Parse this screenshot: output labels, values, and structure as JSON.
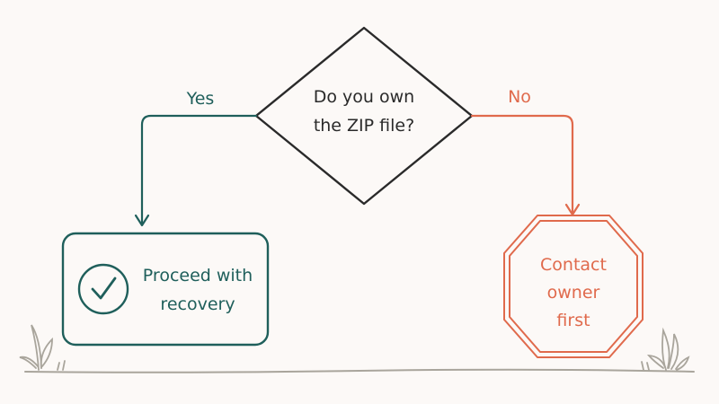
{
  "question": {
    "line1": "Do you own",
    "line2": "the ZIP file?"
  },
  "branches": {
    "yes": {
      "label": "Yes",
      "result_line1": "Proceed with",
      "result_line2": "recovery",
      "color": "#1f5f5b"
    },
    "no": {
      "label": "No",
      "result_line1": "Contact",
      "result_line2": "owner",
      "result_line3": "first",
      "color": "#e06a4c"
    }
  },
  "icons": {
    "yes_result": "checkmark-icon",
    "no_result": "octagon-stop-icon"
  },
  "colors": {
    "background": "#fcf9f7",
    "ink": "#2a2a2a",
    "ground": "#a9a59c"
  }
}
